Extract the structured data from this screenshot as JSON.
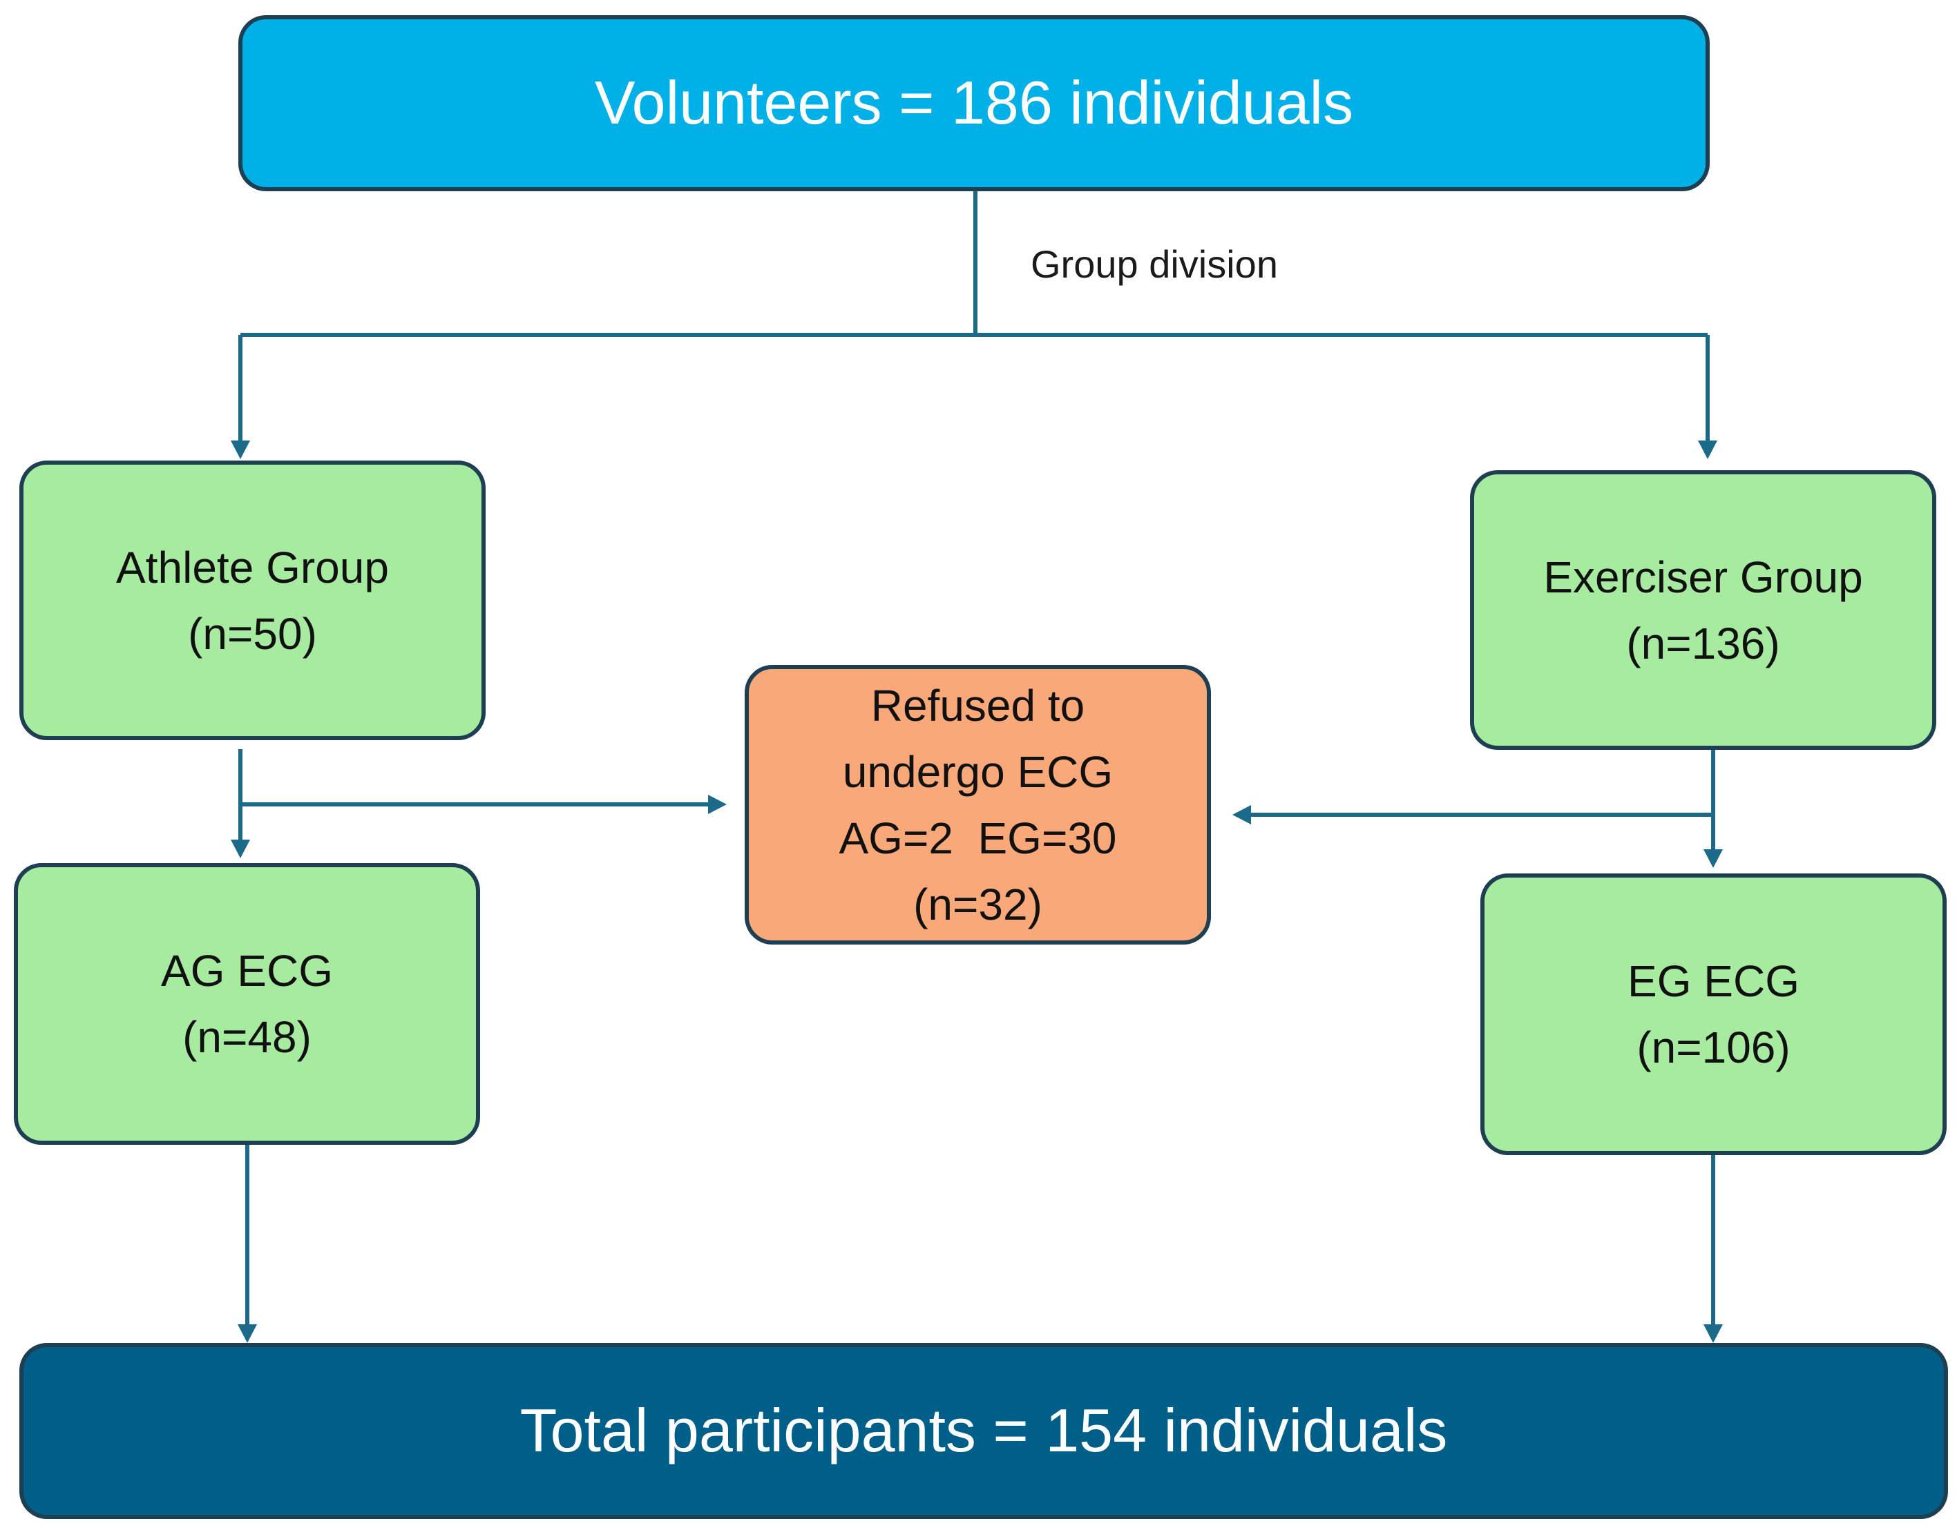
{
  "volunteers": {
    "label": "Volunteers = 186 individuals"
  },
  "group_division": {
    "label": "Group division"
  },
  "athlete_group": {
    "name": "Athlete Group",
    "count": "(n=50)"
  },
  "exerciser_group": {
    "name": "Exerciser Group",
    "count": "(n=136)"
  },
  "refused": {
    "line1": "Refused to",
    "line2": "undergo ECG",
    "line3": "AG=2  EG=30",
    "count": "(n=32)"
  },
  "ag_ecg": {
    "name": "AG ECG",
    "count": "(n=48)"
  },
  "eg_ecg": {
    "name": "EG ECG",
    "count": "(n=106)"
  },
  "total": {
    "label": "Total participants = 154 individuals"
  },
  "colors": {
    "volunteers_fill": "#00b0e6",
    "group_fill": "#a6eb9f",
    "refused_fill": "#f9a87a",
    "total_fill": "#005f89",
    "connector": "#1b6a8a",
    "border": "#1e3f52"
  }
}
